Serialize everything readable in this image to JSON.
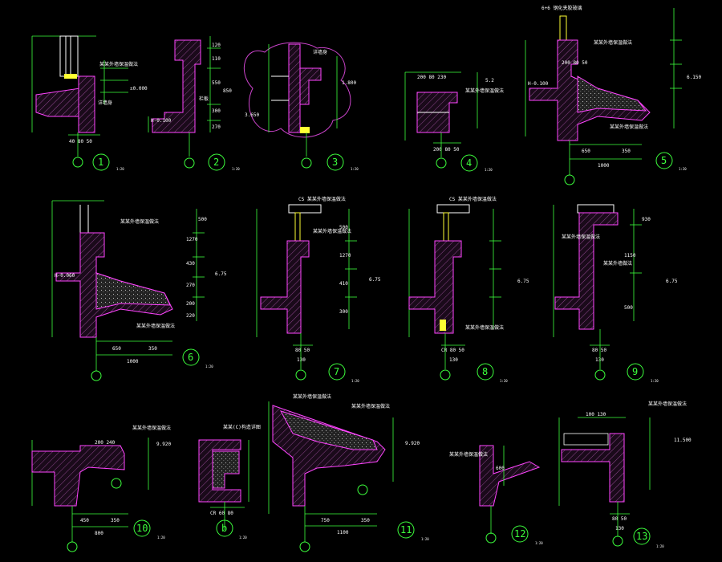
{
  "details": [
    {
      "id": "d1",
      "number": "1",
      "scale": "1:20",
      "level": "±0.000"
    },
    {
      "id": "d2",
      "number": "2",
      "scale": "1:20",
      "level": "H-0.100"
    },
    {
      "id": "d3",
      "number": "3",
      "scale": "1:20",
      "level": "1.800",
      "level2": "3.650"
    },
    {
      "id": "d4",
      "number": "4",
      "scale": "1:20",
      "level": "5.2"
    },
    {
      "id": "d5",
      "number": "5",
      "scale": "1:20",
      "level": "H-0.100",
      "level2": "6.150"
    },
    {
      "id": "d6",
      "number": "6",
      "scale": "1:20",
      "level": "H-0.060",
      "level2": "6.75"
    },
    {
      "id": "d7",
      "number": "7",
      "scale": "1:20",
      "level": "6.75"
    },
    {
      "id": "d8",
      "number": "8",
      "scale": "1:20",
      "level": "6.75"
    },
    {
      "id": "d9",
      "number": "9",
      "scale": "1:20",
      "level": "6.75"
    },
    {
      "id": "d10",
      "number": "10",
      "scale": "1:20",
      "level": "9.920"
    },
    {
      "id": "db",
      "number": "b",
      "scale": "1:20"
    },
    {
      "id": "d11",
      "number": "11",
      "scale": "1:20",
      "level": "9.920"
    },
    {
      "id": "d12",
      "number": "12",
      "scale": "1:20"
    },
    {
      "id": "d13",
      "number": "13",
      "scale": "1:20",
      "level": "11.500"
    }
  ],
  "dims": {
    "d1_bottom": "40 80 50",
    "d2_top": "120",
    "d2_side": [
      "110",
      "550",
      "850",
      "300",
      "270"
    ],
    "d4_top": "200 80 230",
    "d4_bottom": "200 80 50",
    "d5_bottom": [
      "650",
      "350",
      "1000"
    ],
    "d5_top": "200 80 50",
    "d6_bottom": [
      "650",
      "350",
      "1000"
    ],
    "d6_side": [
      "500",
      "1270",
      "430",
      "270",
      "200",
      "220"
    ],
    "d7_side": [
      "500",
      "1270",
      "410",
      "300"
    ],
    "d7_bottom": "80 50",
    "d7_bottom2": "130",
    "d8_bottom": "CR 80 50",
    "d8_bottom2": "130",
    "d9_side": [
      "930",
      "1150",
      "500"
    ],
    "d9_bottom": "80 50",
    "d9_bottom2": "130",
    "d10_top": "200 240",
    "d10_bottom": [
      "450",
      "350",
      "800"
    ],
    "db_bottom": "CR 60 80",
    "d11_bottom": [
      "750",
      "350",
      "1100"
    ],
    "d12_side": "600",
    "d13_top": "100 130",
    "d13_bottom": "80 50",
    "d13_bottom2": "130"
  },
  "notes": {
    "d1": "某某外墙保温做法",
    "d1b": "详墙身",
    "d2": "栏板",
    "d3": "详墙身",
    "d4": "某某外墙保温做法",
    "d5a": "6+6 钢化夹胶玻璃",
    "d5b": "某某外墙保温做法",
    "d5c": "某某外墙保温做法",
    "d6a": "某某外墙保温做法",
    "d6b": "某某外墙保温做法",
    "d7a": "CS 某某外墙保温做法",
    "d7b": "某某外墙保温做法",
    "d8a": "CS 某某外墙保温做法",
    "d8b": "某某外墙保温做法",
    "d9a": "某某外墙保温做法",
    "d9b": "某某外墙做法",
    "d10a": "某某外墙保温做法",
    "dba": "某某(C)构造详图",
    "d11a": "某某外墙保温做法",
    "d11b": "某某外墙保温做法",
    "d12a": "某某外墙保温做法",
    "d13a": "某某外墙保温做法"
  }
}
